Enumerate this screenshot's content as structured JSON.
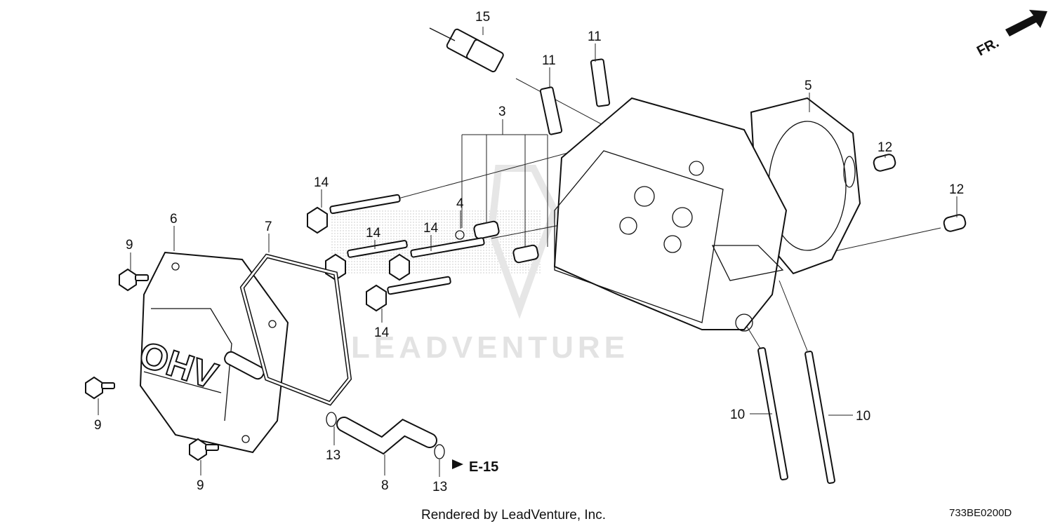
{
  "diagram": {
    "orientation_label": "FR.",
    "reference_label": "E-15",
    "footer_text": "Rendered by LeadVenture, Inc.",
    "diagram_code": "733BE0200D",
    "watermark_text": "LEADVENTURE",
    "logo_text": "OHV",
    "callouts": [
      {
        "id": "c15",
        "label": "15"
      },
      {
        "id": "c11a",
        "label": "11"
      },
      {
        "id": "c11b",
        "label": "11"
      },
      {
        "id": "c3",
        "label": "3"
      },
      {
        "id": "c5",
        "label": "5"
      },
      {
        "id": "c12a",
        "label": "12"
      },
      {
        "id": "c12b",
        "label": "12"
      },
      {
        "id": "c14a",
        "label": "14"
      },
      {
        "id": "c4",
        "label": "4"
      },
      {
        "id": "c14b",
        "label": "14"
      },
      {
        "id": "c14c",
        "label": "14"
      },
      {
        "id": "c14d",
        "label": "14"
      },
      {
        "id": "c6",
        "label": "6"
      },
      {
        "id": "c7",
        "label": "7"
      },
      {
        "id": "c9a",
        "label": "9"
      },
      {
        "id": "c9b",
        "label": "9"
      },
      {
        "id": "c9c",
        "label": "9"
      },
      {
        "id": "c10a",
        "label": "10"
      },
      {
        "id": "c10b",
        "label": "10"
      },
      {
        "id": "c13a",
        "label": "13"
      },
      {
        "id": "c13b",
        "label": "13"
      },
      {
        "id": "c8",
        "label": "8"
      }
    ]
  }
}
